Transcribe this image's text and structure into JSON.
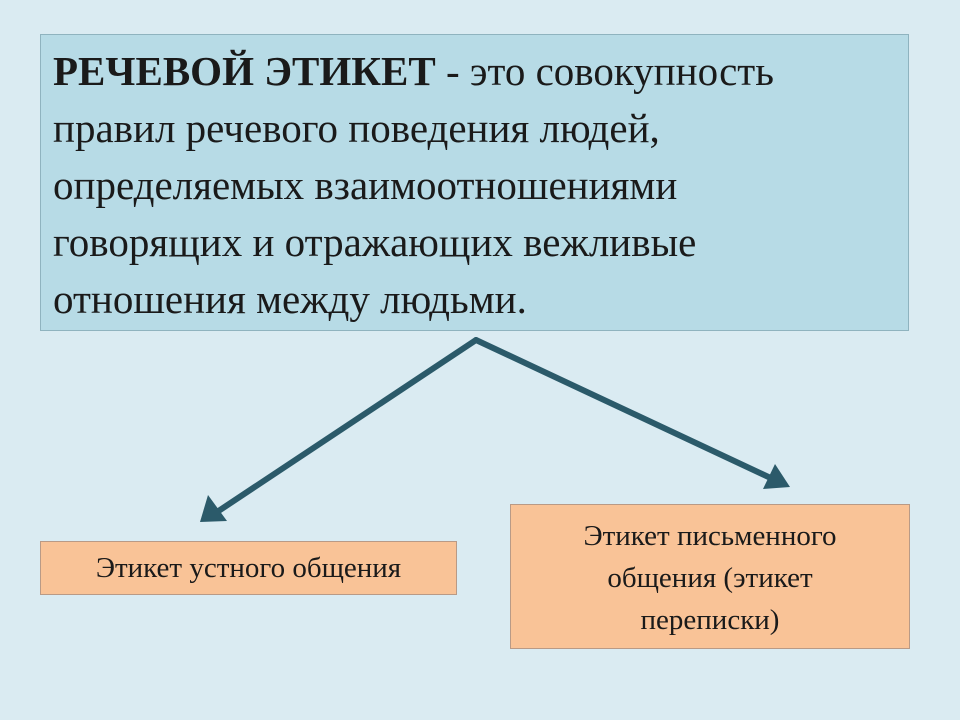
{
  "definition": {
    "term": "РЕЧЕВОЙ ЭТИКЕТ",
    "dash": " - ",
    "line1_rest": "это совокупность",
    "line2": "правил речевого поведения людей,",
    "line3": "определяемых взаимоотношениями",
    "line4": "говорящих и отражающих вежливые",
    "line5": "отношения между людьми."
  },
  "branches": {
    "left": {
      "label": "Этикет устного общения"
    },
    "right": {
      "line1": "Этикет письменного",
      "line2": "общения (этикет",
      "line3": "переписки)"
    }
  },
  "colors": {
    "background": "#daebf2",
    "definition_box": "#b7dbe6",
    "branch_box": "#f9c397",
    "arrow": "#2b5a6a"
  }
}
